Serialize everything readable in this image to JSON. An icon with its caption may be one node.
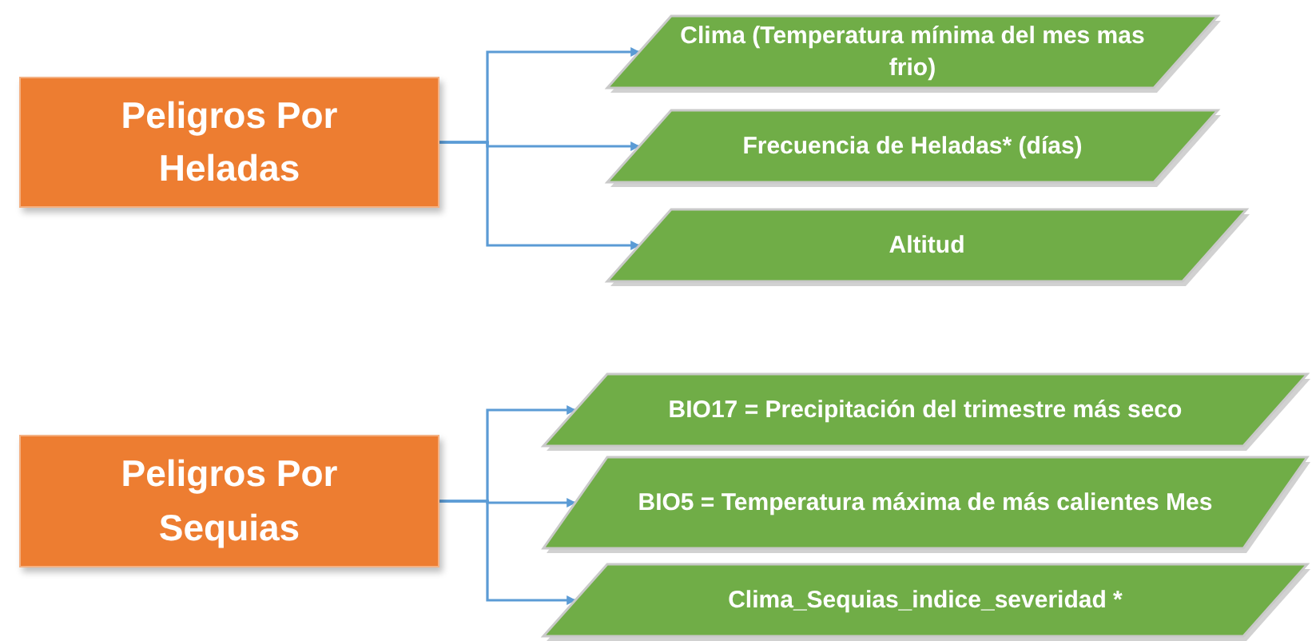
{
  "diagram": {
    "nodes": [
      {
        "text": [
          "Peligros Por Heladas"
        ]
      },
      {
        "text": [
          "Clima (Temperatura mínima del mes mas frio)"
        ]
      },
      {
        "text": [
          "Frecuencia de Heladas* (días)"
        ]
      },
      {
        "text": [
          "Altitud"
        ]
      },
      {
        "text": [
          "Peligros Por Sequias"
        ]
      },
      {
        "text": [
          "BIO17 = Precipitación del trimestre más seco"
        ]
      },
      {
        "text": [
          "BIO5 = Temperatura máxima de más calientes Mes"
        ]
      },
      {
        "text": [
          "Clima_Sequias_indice_severidad *"
        ]
      }
    ],
    "edges": [
      {
        "from": 0,
        "to": 1,
        "arrow": "to"
      },
      {
        "from": 0,
        "to": 2,
        "arrow": "to"
      },
      {
        "from": 0,
        "to": 3,
        "arrow": "to"
      },
      {
        "from": 4,
        "to": 5,
        "arrow": "to"
      },
      {
        "from": 4,
        "to": 6,
        "arrow": "to"
      },
      {
        "from": 4,
        "to": 7,
        "arrow": "to"
      }
    ]
  }
}
